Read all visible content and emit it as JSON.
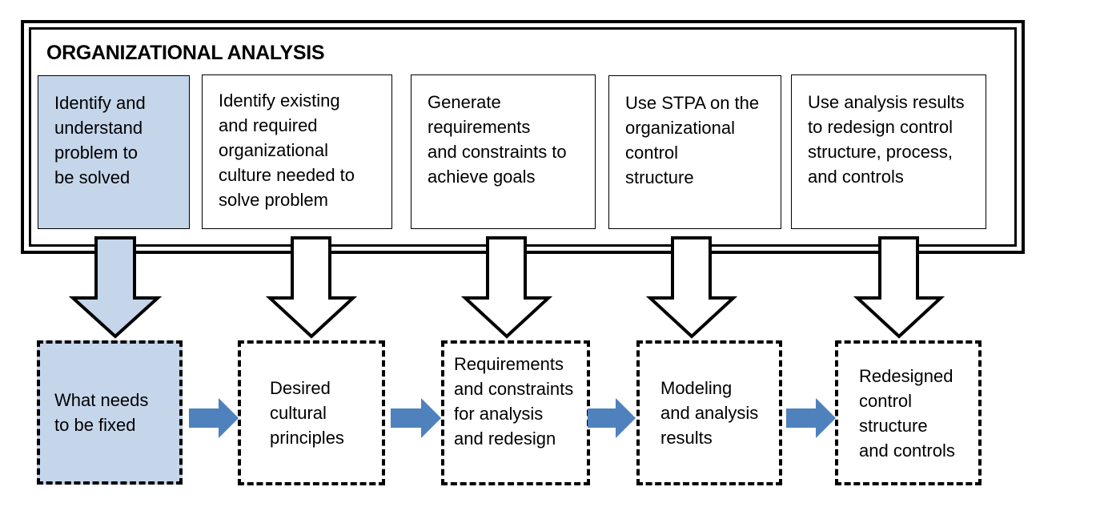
{
  "diagram": {
    "title": "ORGANIZATIONAL ANALYSIS",
    "steps": [
      {
        "label": "Identify and\nunderstand\nproblem to\nbe solved"
      },
      {
        "label": "Identify existing\nand required\norganizational\nculture needed to\nsolve problem"
      },
      {
        "label": "Generate\nrequirements\nand constraints to\nachieve goals"
      },
      {
        "label": "Use STPA on the\norganizational\ncontrol\nstructure"
      },
      {
        "label": "Use analysis results\nto redesign control\nstructure, process,\nand controls"
      }
    ],
    "outputs": [
      {
        "label": "What needs\nto be fixed"
      },
      {
        "label": "Desired\ncultural\nprinciples"
      },
      {
        "label": "Requirements\nand constraints\nfor analysis\nand redesign"
      },
      {
        "label": "Modeling\nand analysis\nresults"
      },
      {
        "label": "Redesigned\ncontrol\nstructure\nand controls"
      }
    ],
    "colors": {
      "highlight_fill": "#c5d5ea",
      "flow_arrow": "#4f81bd",
      "outline": "#000000"
    }
  }
}
